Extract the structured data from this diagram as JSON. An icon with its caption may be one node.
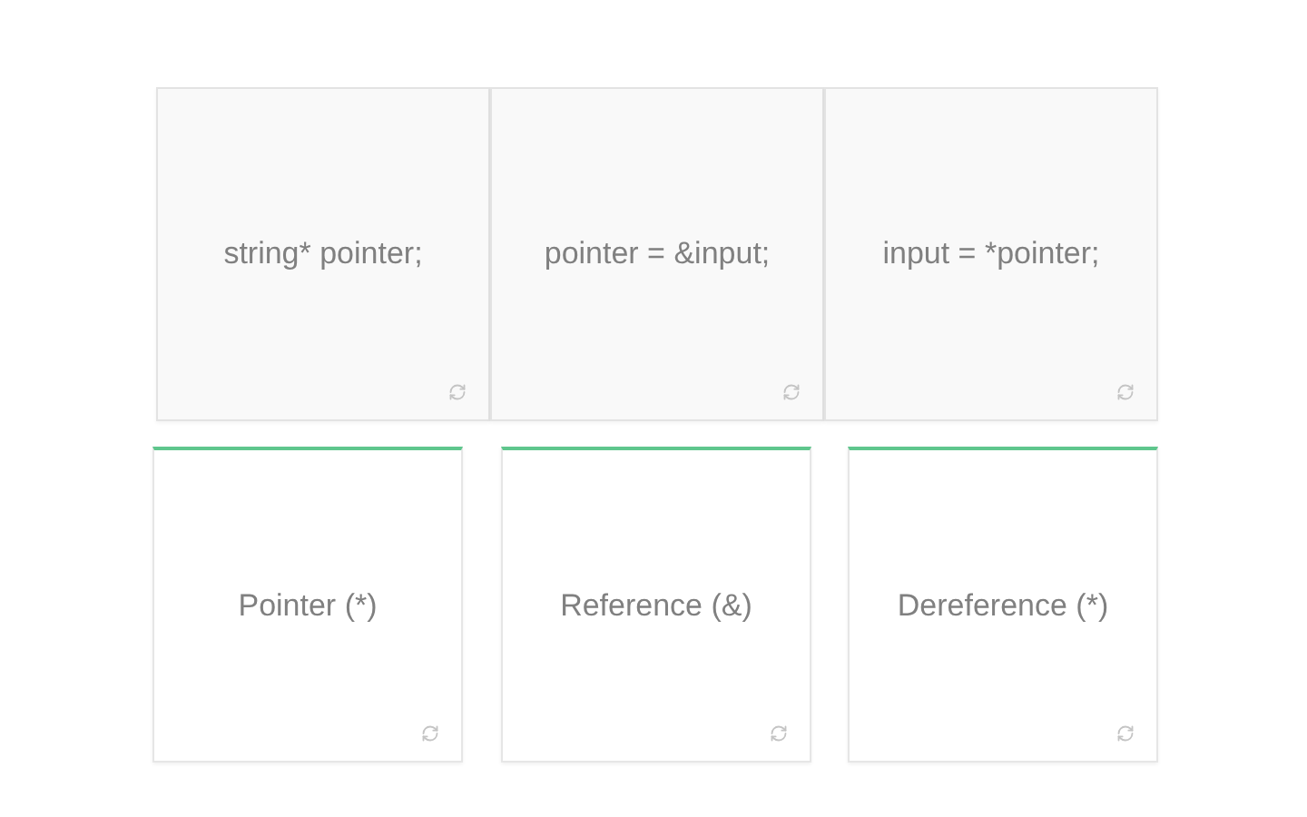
{
  "diagram": {
    "nodes": [
      {
        "text": [
          "string* pointer;"
        ]
      },
      {
        "text": [
          "pointer = &input;"
        ]
      },
      {
        "text": [
          "input = *pointer;"
        ]
      },
      {
        "text": [
          "Pointer (*)"
        ]
      },
      {
        "text": [
          "Reference (&)"
        ]
      },
      {
        "text": [
          "Dereference (*)"
        ]
      }
    ]
  }
}
